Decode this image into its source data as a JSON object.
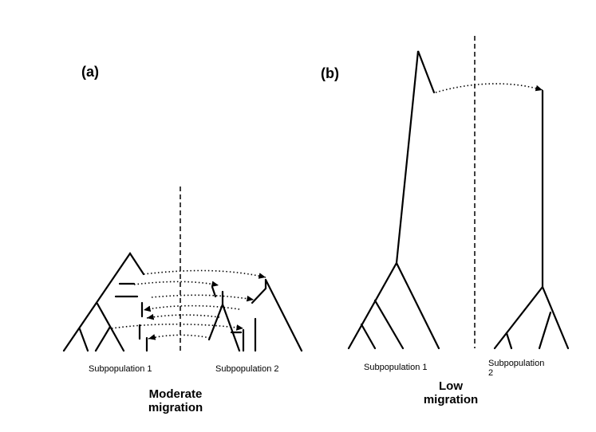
{
  "panel_a": {
    "label": "(a)",
    "subpopulation_left": "Subpopulation 1",
    "subpopulation_right": "Subpopulation 2",
    "caption_line1": "Moderate",
    "caption_line2": "migration"
  },
  "panel_b": {
    "label": "(b)",
    "subpopulation_left": "Subpopulation 1",
    "subpopulation_right_line1": "Subpopulation",
    "subpopulation_right_line2": "2",
    "caption_line1": "Low",
    "caption_line2": "migration"
  },
  "colors": {
    "ink": "#000000",
    "background": "#ffffff"
  }
}
